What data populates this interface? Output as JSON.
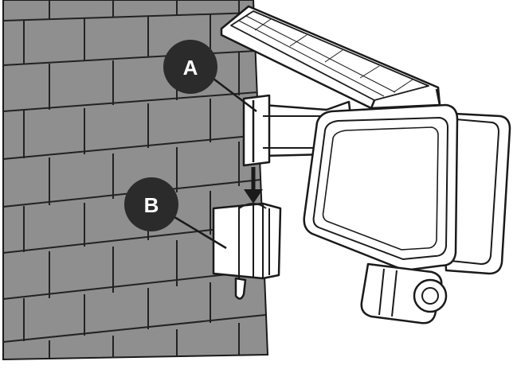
{
  "callouts": [
    {
      "id": "a",
      "label": "A"
    },
    {
      "id": "b",
      "label": "B"
    }
  ],
  "colors": {
    "wall": "#8f8f8f",
    "mortar": "#222222",
    "outline": "#1a1a1a",
    "device_fill": "#ffffff",
    "callout_fill": "#2b2b2b",
    "callout_text": "#ffffff"
  }
}
